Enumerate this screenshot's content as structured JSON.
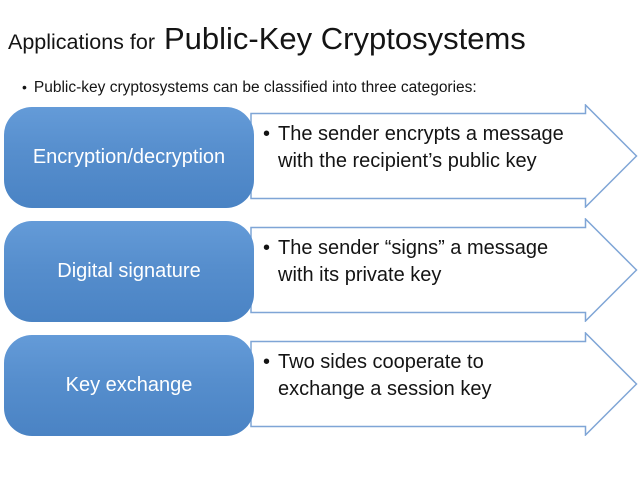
{
  "title": {
    "prefix": "Applications for",
    "main": "Public-Key Cryptosystems"
  },
  "bullet_char": "•",
  "intro": "Public-key cryptosystems can be classified into three categories:",
  "rows": [
    {
      "label": "Encryption/decryption",
      "arrow_lines": [
        "The sender encrypts a message",
        "with the recipient’s public key"
      ]
    },
    {
      "label": "Digital signature",
      "arrow_lines": [
        "The sender “signs” a message",
        "with its private key"
      ]
    },
    {
      "label": "Key exchange",
      "arrow_lines": [
        "Two sides cooperate to",
        "exchange a session key"
      ]
    }
  ],
  "colors": {
    "background": "#FFFFFF",
    "box_gradient_top": "#649BD8",
    "box_gradient_bottom": "#4A83C4",
    "box_label": "#FFFFFF",
    "arrow_border": "#7FA5D6",
    "text": "#141414"
  }
}
